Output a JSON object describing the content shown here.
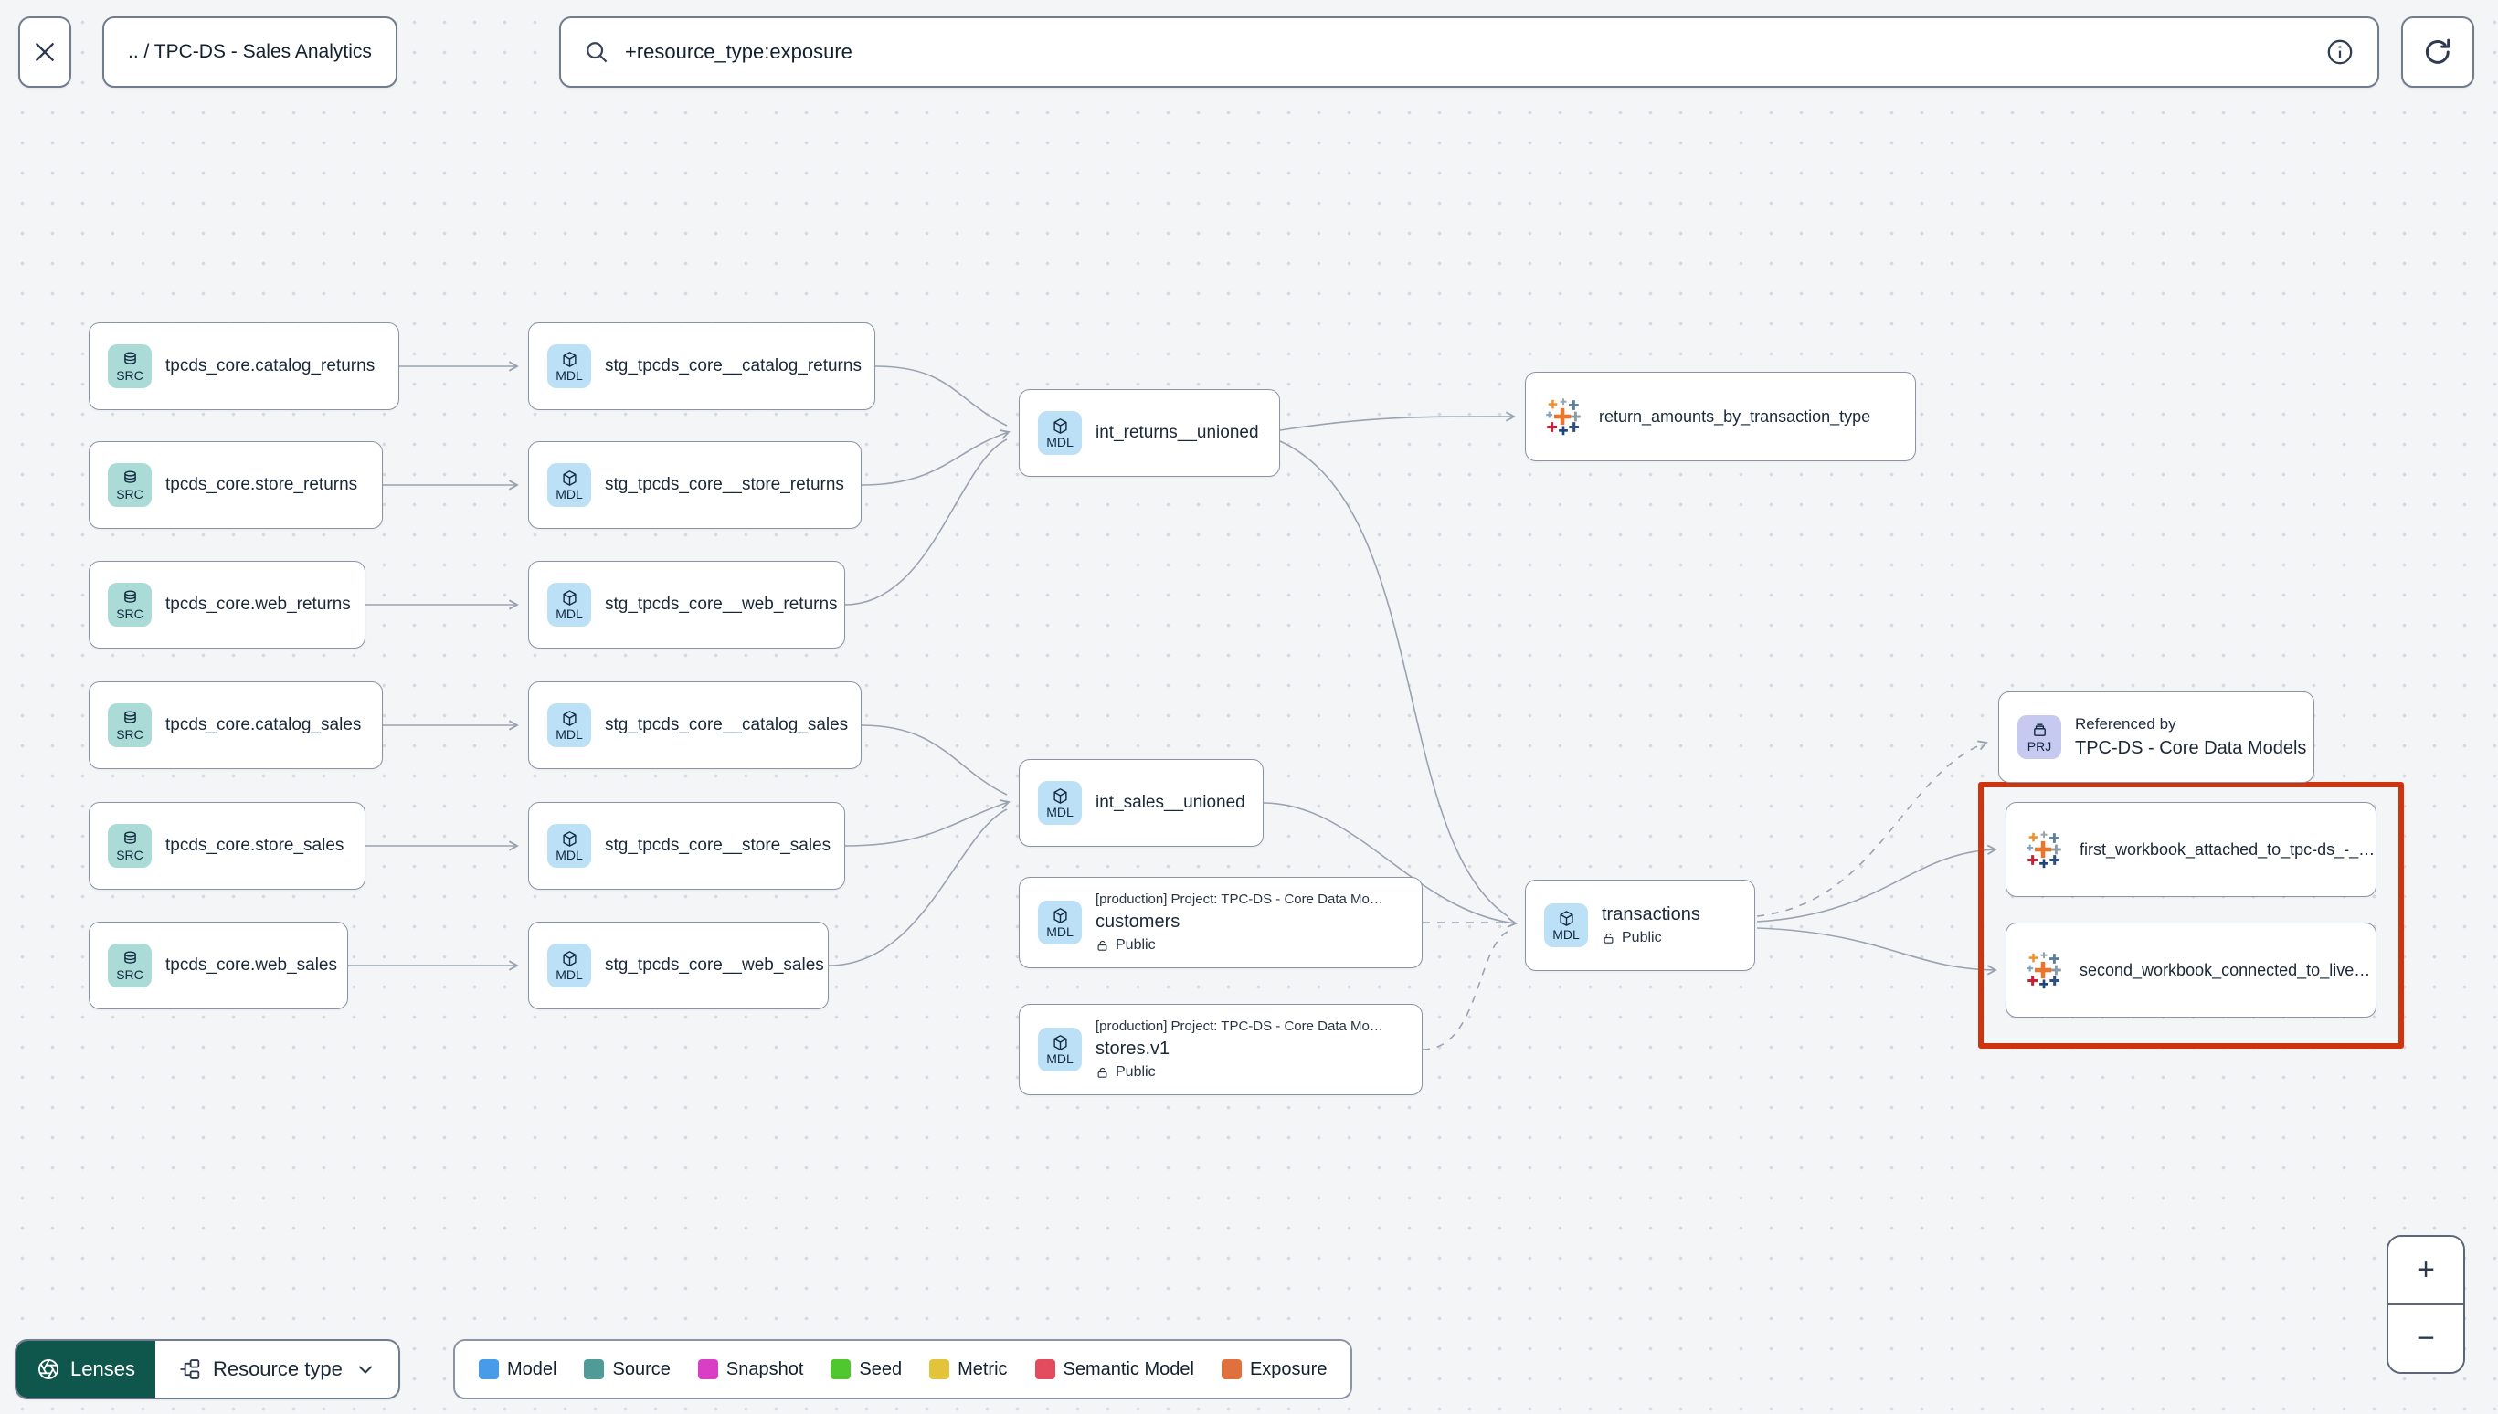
{
  "header": {
    "breadcrumb": ".. / TPC-DS - Sales Analytics",
    "search": {
      "value": "+resource_type:exposure"
    }
  },
  "badges": {
    "source": "SRC",
    "model": "MDL",
    "project": "PRJ"
  },
  "labels": {
    "public": "Public",
    "referenced_by": "Referenced by",
    "production_project": "[production] Project: TPC-DS - Core Data Mo…"
  },
  "nodes": {
    "src_catalog_returns": "tpcds_core.catalog_returns",
    "src_store_returns": "tpcds_core.store_returns",
    "src_web_returns": "tpcds_core.web_returns",
    "src_catalog_sales": "tpcds_core.catalog_sales",
    "src_store_sales": "tpcds_core.store_sales",
    "src_web_sales": "tpcds_core.web_sales",
    "stg_catalog_returns": "stg_tpcds_core__catalog_returns",
    "stg_store_returns": "stg_tpcds_core__store_returns",
    "stg_web_returns": "stg_tpcds_core__web_returns",
    "stg_catalog_sales": "stg_tpcds_core__catalog_sales",
    "stg_store_sales": "stg_tpcds_core__store_sales",
    "stg_web_sales": "stg_tpcds_core__web_sales",
    "int_returns": "int_returns__unioned",
    "int_sales": "int_sales__unioned",
    "exposure_return_amounts": "return_amounts_by_transaction_type",
    "customers": "customers",
    "stores": "stores.v1",
    "transactions": "transactions",
    "referenced_project": "TPC-DS - Core Data Models",
    "workbook_first": "first_workbook_attached_to_tpc-ds_-_…",
    "workbook_second": "second_workbook_connected_to_live…"
  },
  "footer": {
    "lenses": "Lenses",
    "resource_type": "Resource type",
    "legend": [
      {
        "label": "Model",
        "color": "#479BE8"
      },
      {
        "label": "Source",
        "color": "#509B97"
      },
      {
        "label": "Snapshot",
        "color": "#D93FC4"
      },
      {
        "label": "Seed",
        "color": "#50C62F"
      },
      {
        "label": "Metric",
        "color": "#E3C339"
      },
      {
        "label": "Semantic Model",
        "color": "#E34B5F"
      },
      {
        "label": "Exposure",
        "color": "#E1713C"
      }
    ]
  },
  "zoom": {
    "in": "+",
    "out": "−"
  },
  "highlight_color": "#CE350F",
  "icons": {
    "close": "close-icon",
    "search": "search-icon",
    "info": "info-icon",
    "refresh": "refresh-icon",
    "lenses": "aperture-icon",
    "resource_type": "hierarchy-icon",
    "chevron": "chevron-down-icon",
    "lock": "lock-open-icon",
    "source": "database-icon",
    "model": "cube-icon",
    "project": "archive-box-icon",
    "exposure": "tableau-icon"
  }
}
